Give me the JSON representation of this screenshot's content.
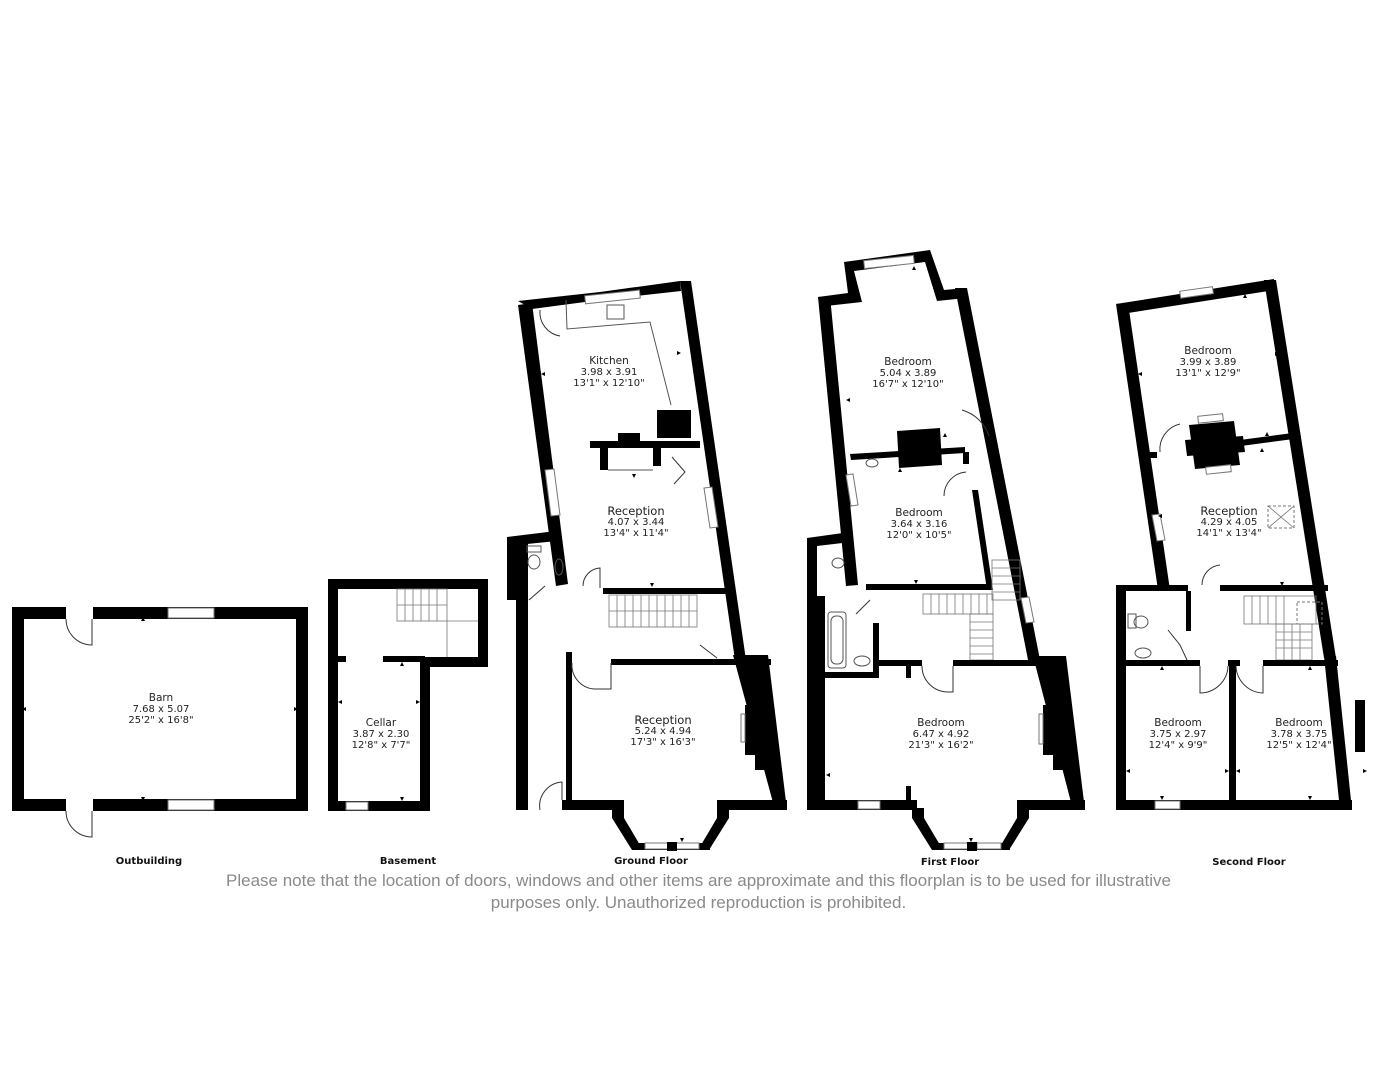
{
  "floors": [
    {
      "id": "outbuilding",
      "label": "Outbuilding",
      "rooms": [
        {
          "name": "Barn",
          "metric": "7.68 x 5.07",
          "imperial": "25'2\" x 16'8\""
        }
      ]
    },
    {
      "id": "basement",
      "label": "Basement",
      "rooms": [
        {
          "name": "Cellar",
          "metric": "3.87 x 2.30",
          "imperial": "12'8\" x 7'7\""
        }
      ]
    },
    {
      "id": "ground_floor",
      "label": "Ground Floor",
      "rooms": [
        {
          "name": "Kitchen",
          "metric": "3.98 x 3.91",
          "imperial": "13'1\" x 12'10\""
        },
        {
          "name": "Reception",
          "metric": "4.07 x 3.44",
          "imperial": "13'4\" x 11'4\""
        },
        {
          "name": "Reception",
          "metric": "5.24 x 4.94",
          "imperial": "17'3\" x 16'3\""
        }
      ]
    },
    {
      "id": "first_floor",
      "label": "First Floor",
      "rooms": [
        {
          "name": "Bedroom",
          "metric": "5.04 x 3.89",
          "imperial": "16'7\" x 12'10\""
        },
        {
          "name": "Bedroom",
          "metric": "3.64 x 3.16",
          "imperial": "12'0\" x 10'5\""
        },
        {
          "name": "Bedroom",
          "metric": "6.47 x 4.92",
          "imperial": "21'3\" x 16'2\""
        }
      ]
    },
    {
      "id": "second_floor",
      "label": "Second Floor",
      "rooms": [
        {
          "name": "Bedroom",
          "metric": "3.99 x 3.89",
          "imperial": "13'1\" x 12'9\""
        },
        {
          "name": "Reception",
          "metric": "4.29 x 4.05",
          "imperial": "14'1\" x 13'4\""
        },
        {
          "name": "Bedroom",
          "metric": "3.75 x 2.97",
          "imperial": "12'4\" x 9'9\""
        },
        {
          "name": "Bedroom",
          "metric": "3.78 x 3.75",
          "imperial": "12'5\" x 12'4\""
        }
      ]
    }
  ],
  "disclaimer": {
    "line1": "Please note that the location of doors, windows and other items are approximate and this floorplan is to be used for illustrative",
    "line2": "purposes only. Unauthorized reproduction is prohibited."
  },
  "colors": {
    "wall": "#000000",
    "background": "#ffffff",
    "disclaimer_text": "#8a8a8a"
  }
}
